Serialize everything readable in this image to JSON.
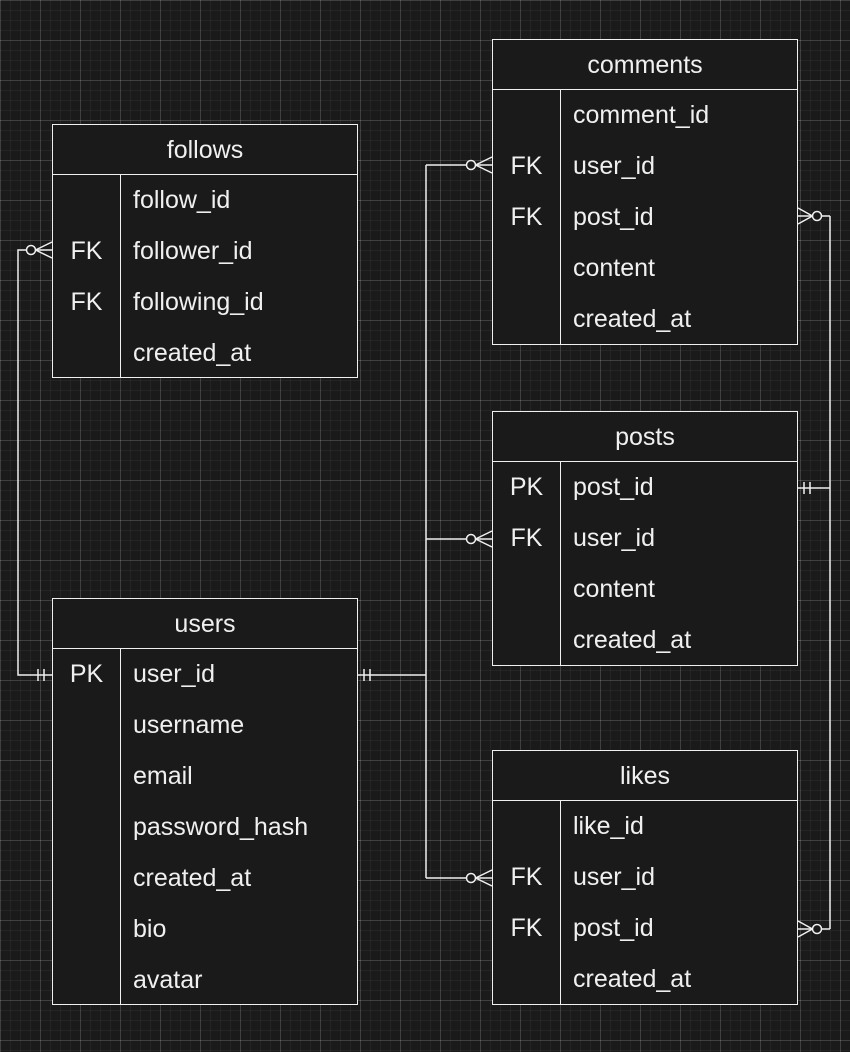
{
  "colors": {
    "background": "#1a1a1a",
    "line": "#f0f0f0",
    "text": "#f0f0f0"
  },
  "entities": {
    "comments": {
      "title": "comments",
      "fields": [
        {
          "key": "",
          "name": "comment_id"
        },
        {
          "key": "FK",
          "name": "user_id"
        },
        {
          "key": "FK",
          "name": "post_id"
        },
        {
          "key": "",
          "name": "content"
        },
        {
          "key": "",
          "name": "created_at"
        }
      ]
    },
    "follows": {
      "title": "follows",
      "fields": [
        {
          "key": "",
          "name": "follow_id"
        },
        {
          "key": "FK",
          "name": "follower_id"
        },
        {
          "key": "FK",
          "name": "following_id"
        },
        {
          "key": "",
          "name": "created_at"
        }
      ]
    },
    "posts": {
      "title": "posts",
      "fields": [
        {
          "key": "PK",
          "name": "post_id"
        },
        {
          "key": "FK",
          "name": "user_id"
        },
        {
          "key": "",
          "name": "content"
        },
        {
          "key": "",
          "name": "created_at"
        }
      ]
    },
    "users": {
      "title": "users",
      "fields": [
        {
          "key": "PK",
          "name": "user_id"
        },
        {
          "key": "",
          "name": "username"
        },
        {
          "key": "",
          "name": "email"
        },
        {
          "key": "",
          "name": "password_hash"
        },
        {
          "key": "",
          "name": "created_at"
        },
        {
          "key": "",
          "name": "bio"
        },
        {
          "key": "",
          "name": "avatar"
        }
      ]
    },
    "likes": {
      "title": "likes",
      "fields": [
        {
          "key": "",
          "name": "like_id"
        },
        {
          "key": "FK",
          "name": "user_id"
        },
        {
          "key": "FK",
          "name": "post_id"
        },
        {
          "key": "",
          "name": "created_at"
        }
      ]
    }
  },
  "relationships": [
    {
      "from": "users.user_id",
      "to": "follows.follower_id",
      "from_card": "one",
      "to_card": "zero-or-many"
    },
    {
      "from": "users.user_id",
      "to": "comments.user_id",
      "from_card": "one",
      "to_card": "zero-or-many"
    },
    {
      "from": "users.user_id",
      "to": "posts.user_id",
      "from_card": "one",
      "to_card": "zero-or-many"
    },
    {
      "from": "users.user_id",
      "to": "likes.user_id",
      "from_card": "one",
      "to_card": "zero-or-many"
    },
    {
      "from": "posts.post_id",
      "to": "comments.post_id",
      "from_card": "one",
      "to_card": "zero-or-many"
    },
    {
      "from": "posts.post_id",
      "to": "likes.post_id",
      "from_card": "one",
      "to_card": "zero-or-many"
    }
  ]
}
